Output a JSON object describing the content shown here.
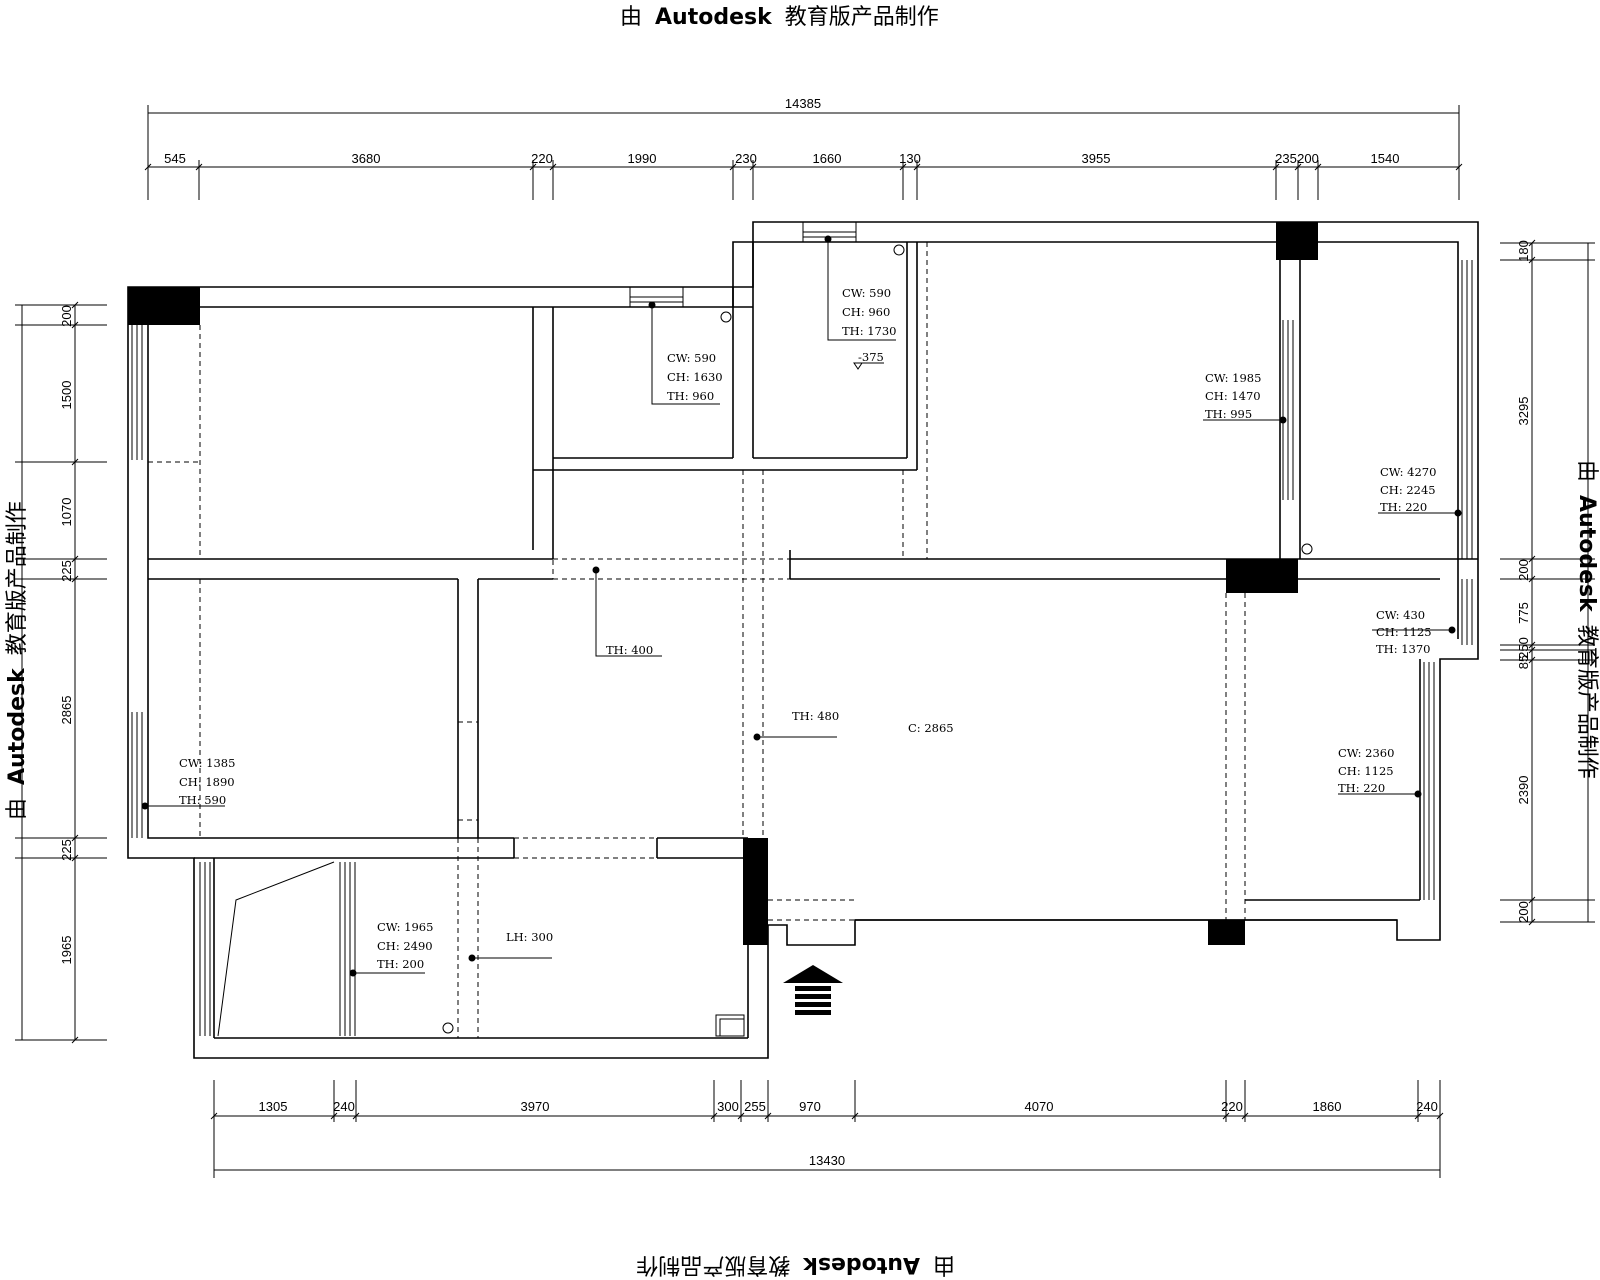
{
  "watermark": {
    "text_prefix": "由",
    "text_latin": "Autodesk",
    "text_suffix": "教育版产品制作"
  },
  "dimensions": {
    "top_total": "14385",
    "top_segments": [
      "545",
      "3680",
      "220",
      "1990",
      "230",
      "1660",
      "130",
      "3955",
      "235",
      "200",
      "1540"
    ],
    "bottom_total": "13430",
    "bottom_segments": [
      "1305",
      "240",
      "3970",
      "300",
      "255",
      "970",
      "4070",
      "220",
      "1860",
      "240"
    ],
    "left_segments": [
      "200",
      "1500",
      "1070",
      "225",
      "2865",
      "225",
      "1965"
    ],
    "right_segments": [
      "180",
      "3295",
      "200",
      "775",
      "250",
      "85",
      "2390",
      "200"
    ]
  },
  "notes": {
    "w1": [
      "CW: 590",
      "CH: 1630",
      "TH: 960"
    ],
    "w2": [
      "CW: 590",
      "CH: 960",
      "TH: 1730"
    ],
    "level": "-375",
    "w3": [
      "CW: 1985",
      "CH: 1470",
      "TH: 995"
    ],
    "w4": [
      "CW: 4270",
      "CH: 2245",
      "TH: 220"
    ],
    "w5": [
      "CW: 430",
      "CH: 1125",
      "TH: 1370"
    ],
    "w6": [
      "CW: 1385",
      "CH: 1890",
      "TH: 590"
    ],
    "w7": [
      "CW: 2360",
      "CH: 1125",
      "TH: 220"
    ],
    "w8": [
      "CW: 1965",
      "CH: 2490",
      "TH: 200"
    ],
    "th400": "TH: 400",
    "th480": "TH: 480",
    "ceiling": "C: 2865",
    "lh300": "LH: 300"
  }
}
